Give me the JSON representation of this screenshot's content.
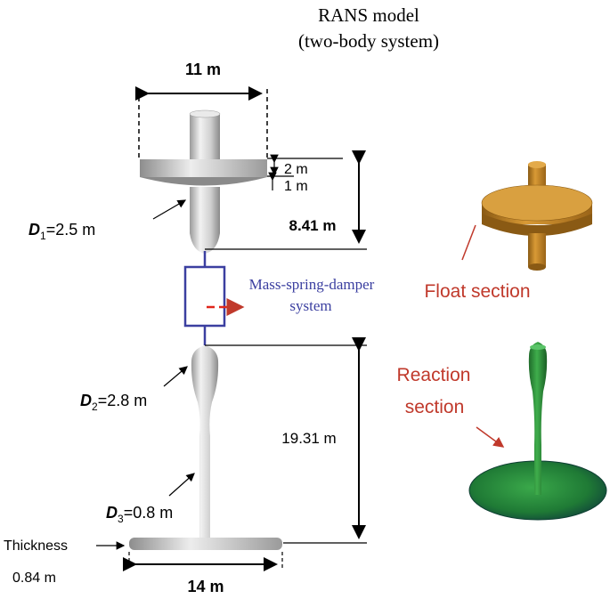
{
  "title": {
    "line1": "RANS model",
    "line2": "(two-body system)"
  },
  "dimensions": {
    "top_width": "11 m",
    "flange_thickness": "2 m",
    "flange_offset": "1 m",
    "float_height": "8.41 m",
    "d1": {
      "symbol": "D",
      "sub": "1",
      "value": "=2.5 m"
    },
    "reaction_height": "19.31 m",
    "d2": {
      "symbol": "D",
      "sub": "2",
      "value": "=2.8 m"
    },
    "d3": {
      "symbol": "D",
      "sub": "3",
      "value": "=0.8 m"
    },
    "thickness_label": "Thickness",
    "thickness_value": "0.84 m",
    "base_width": "14 m"
  },
  "pto": {
    "line1": "Mass-spring-damper",
    "line2": "system"
  },
  "labels": {
    "float_section": "Float section",
    "reaction_line1": "Reaction",
    "reaction_line2": "section"
  },
  "colors": {
    "pto_blue": "#3b3fa0",
    "label_red": "#c0392b",
    "float_orange": "#c98a2a",
    "reaction_green": "#2e8b3a"
  }
}
